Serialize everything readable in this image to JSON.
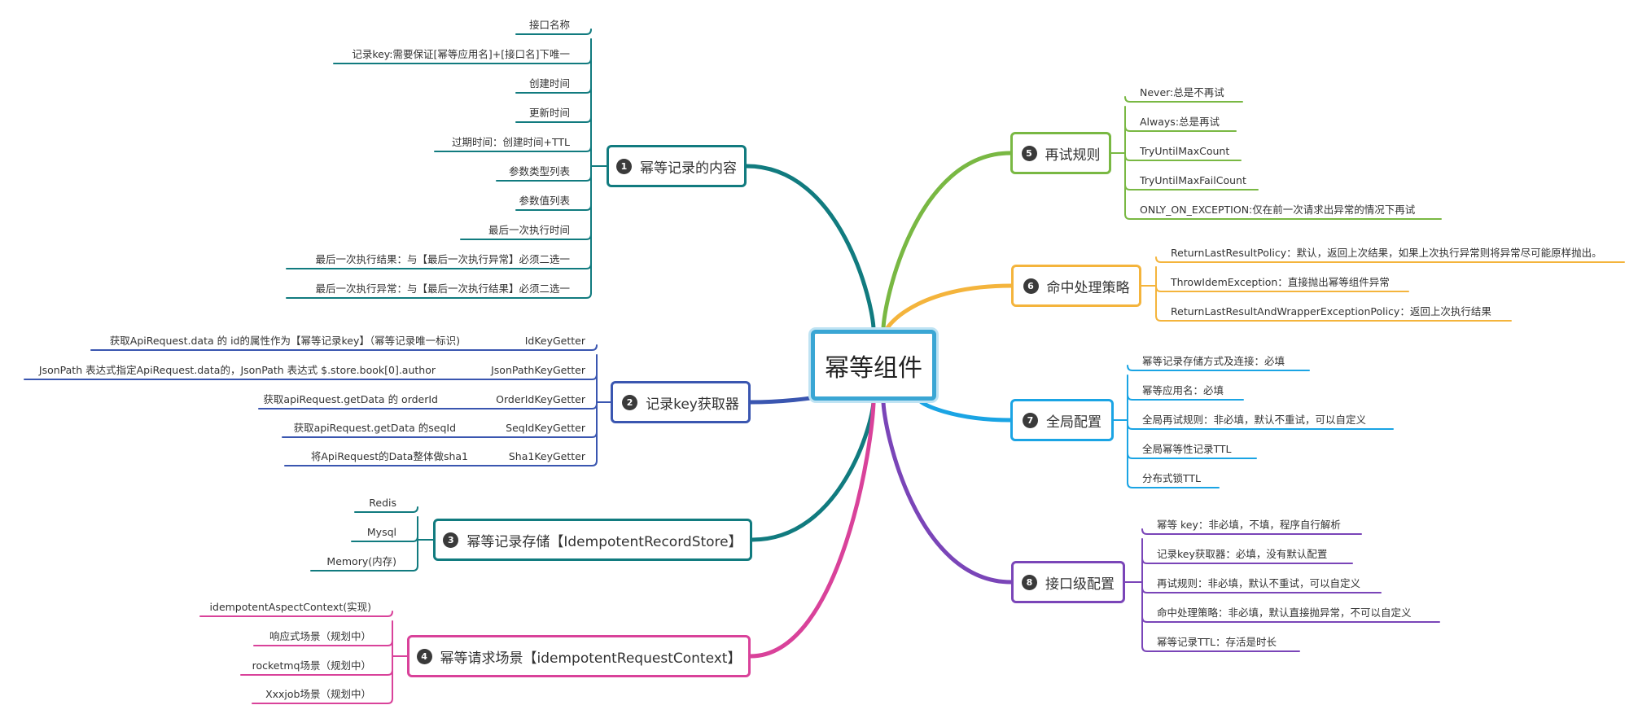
{
  "root": {
    "label": "幂等组件",
    "color": "#3aa6d4"
  },
  "branches": [
    {
      "id": "b1",
      "num": "1",
      "label": "幂等记录的内容",
      "color": "#117b7f",
      "items": [
        "接口名称",
        "记录key:需要保证[幂等应用名]+[接口名]下唯一",
        "创建时间",
        "更新时间",
        "过期时间：创建时间+TTL",
        "参数类型列表",
        "参数值列表",
        "最后一次执行时间",
        "最后一次执行结果：与【最后一次执行异常】必须二选一",
        "最后一次执行异常：与【最后一次执行结果】必须二选一"
      ]
    },
    {
      "id": "b2",
      "num": "2",
      "label": "记录key获取器",
      "color": "#3a56b0",
      "items": [
        {
          "name": "IdKeyGetter",
          "desc": "获取ApiRequest.data 的 id的属性作为【幂等记录key】（幂等记录唯一标识)"
        },
        {
          "name": "JsonPathKeyGetter",
          "desc": "JsonPath 表达式指定ApiRequest.data的，JsonPath 表达式 $.store.book[0].author"
        },
        {
          "name": "OrderIdKeyGetter",
          "desc": "获取apiRequest.getData 的 orderId"
        },
        {
          "name": "SeqIdKeyGetter",
          "desc": "获取apiRequest.getData 的seqId"
        },
        {
          "name": "Sha1KeyGetter",
          "desc": "将ApiRequest的Data整体做sha1"
        }
      ]
    },
    {
      "id": "b3",
      "num": "3",
      "label": "幂等记录存储【IdempotentRecordStore】",
      "color": "#117b7f",
      "items": [
        "Redis",
        "Mysql",
        "Memory(内存)"
      ]
    },
    {
      "id": "b4",
      "num": "4",
      "label": "幂等请求场景【idempotentRequestContext】",
      "color": "#d9429a",
      "items": [
        "idempotentAspectContext(实现)",
        "响应式场景（规划中）",
        "rocketmq场景（规划中）",
        "Xxxjob场景（规划中）"
      ]
    },
    {
      "id": "b5",
      "num": "5",
      "label": "再试规则",
      "color": "#79b843",
      "items": [
        "Never:总是不再试",
        "Always:总是再试",
        "TryUntilMaxCount",
        "TryUntilMaxFailCount",
        "ONLY_ON_EXCEPTION:仅在前一次请求出异常的情况下再试"
      ]
    },
    {
      "id": "b6",
      "num": "6",
      "label": "命中处理策略",
      "color": "#f4b43c",
      "items": [
        "ReturnLastResultPolicy：默认，返回上次结果，如果上次执行异常则将异常尽可能原样抛出。",
        "ThrowIdemException：直接抛出幂等组件异常",
        "ReturnLastResultAndWrapperExceptionPolicy：返回上次执行结果"
      ]
    },
    {
      "id": "b7",
      "num": "7",
      "label": "全局配置",
      "color": "#1aa4e4",
      "items": [
        "幂等记录存储方式及连接：必填",
        "幂等应用名：必填",
        "全局再试规则：非必填，默认不重试，可以自定义",
        "全局幂等性记录TTL",
        "分布式锁TTL"
      ]
    },
    {
      "id": "b8",
      "num": "8",
      "label": "接口级配置",
      "color": "#7a45b8",
      "items": [
        "幂等 key：非必填，不填，程序自行解析",
        "记录key获取器：必填，没有默认配置",
        "再试规则：非必填，默认不重试，可以自定义",
        "命中处理策略：非必填，默认直接抛异常，不可以自定义",
        "幂等记录TTL：存活是时长"
      ]
    }
  ]
}
